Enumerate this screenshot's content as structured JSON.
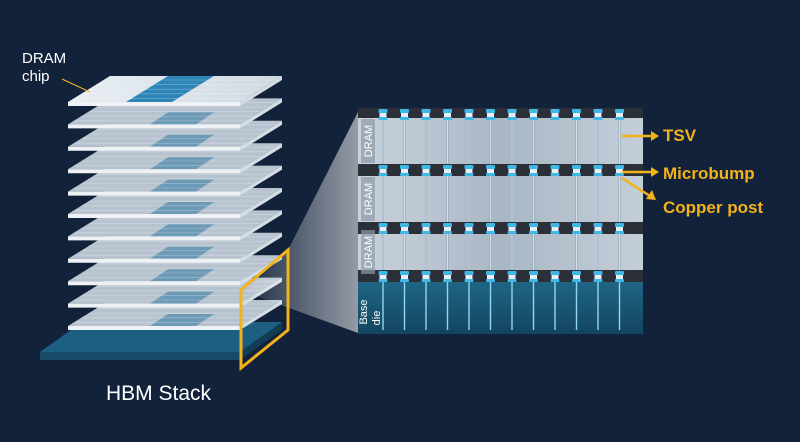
{
  "stack": {
    "chip_label_line1": "DRAM",
    "chip_label_line2": "chip",
    "title": "HBM Stack",
    "dram_layer_count": 11
  },
  "cross_section": {
    "layers": [
      {
        "label": "DRAM",
        "kind": "dram"
      },
      {
        "label": "DRAM",
        "kind": "dram"
      },
      {
        "label": "DRAM",
        "kind": "dram"
      },
      {
        "label": "Base die",
        "kind": "base"
      }
    ],
    "tsv_columns": 12
  },
  "callouts": {
    "tsv": "TSV",
    "microbump": "Microbump",
    "copper_post": "Copper post"
  },
  "colors": {
    "background": "#12223a",
    "accent": "#f2b21a",
    "dram_layer": "#b9c6d2",
    "base_die": "#1d5a78",
    "bump": "#3fb8e8"
  }
}
